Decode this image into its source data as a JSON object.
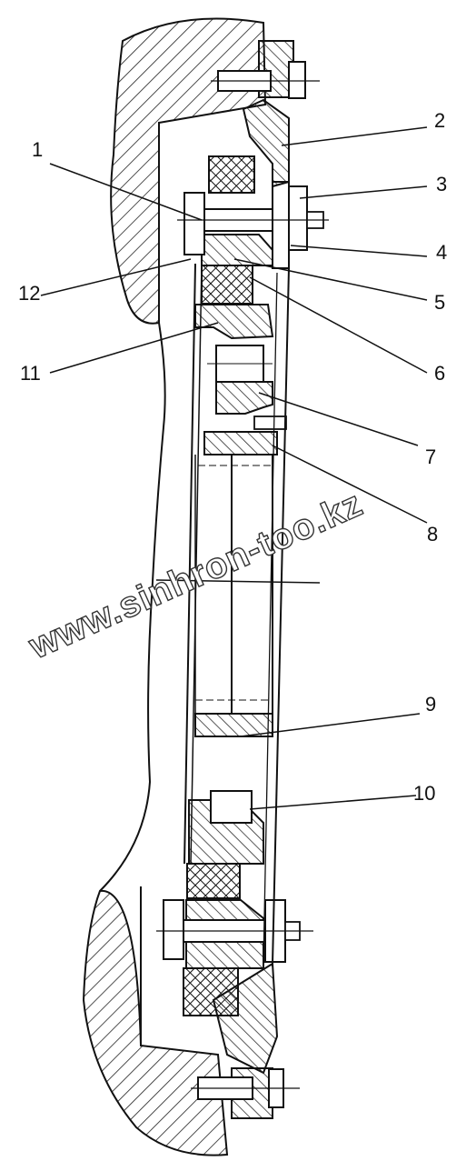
{
  "callouts": [
    {
      "id": "1",
      "text": "1"
    },
    {
      "id": "2",
      "text": "2"
    },
    {
      "id": "3",
      "text": "3"
    },
    {
      "id": "4",
      "text": "4"
    },
    {
      "id": "5",
      "text": "5"
    },
    {
      "id": "6",
      "text": "6"
    },
    {
      "id": "7",
      "text": "7"
    },
    {
      "id": "8",
      "text": "8"
    },
    {
      "id": "9",
      "text": "9"
    },
    {
      "id": "10",
      "text": "10"
    },
    {
      "id": "11",
      "text": "11"
    },
    {
      "id": "12",
      "text": "12"
    }
  ],
  "watermark": "www.sinhron-too.kz",
  "colors": {
    "ink": "#111111",
    "hatch": "#222222",
    "background": "#ffffff"
  }
}
